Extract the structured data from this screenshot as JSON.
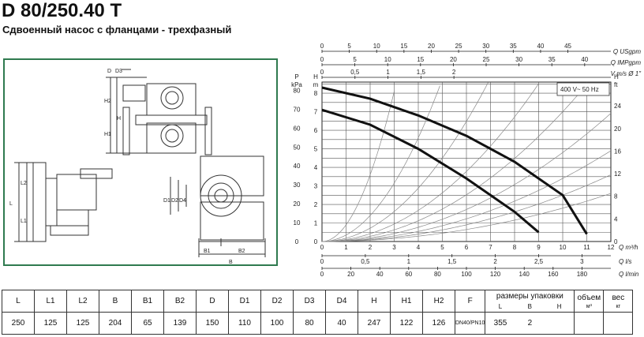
{
  "header": {
    "title": "D 80/250.40 T",
    "subtitle": "Сдвоенный насос с фланцами - трехфазный"
  },
  "drawing_labels": {
    "D": "D",
    "D3": "D3",
    "H2": "H2",
    "H": "H",
    "H1": "H1",
    "L": "L",
    "L1": "L1",
    "L2": "L2",
    "D1": "D1",
    "D2": "D2",
    "D4": "D4",
    "B1": "B1",
    "B2": "B2",
    "B": "B"
  },
  "chart_data": {
    "type": "line",
    "power_label": "400 V~ 50 Hz",
    "y_left_pressure_label": "P",
    "y_left_pressure_unit": "kPa",
    "y_left_pressure_ticks": [
      "0",
      "10",
      "20",
      "30",
      "40",
      "50",
      "60",
      "70",
      "80"
    ],
    "y_left_head_label": "H",
    "y_left_head_unit": "m",
    "y_left_head_ticks": [
      "0",
      "1",
      "2",
      "3",
      "4",
      "5",
      "6",
      "7",
      "8"
    ],
    "y_right_head_label": "H",
    "y_right_head_unit": "ft",
    "y_right_ticks": [
      "0",
      "4",
      "8",
      "12",
      "16",
      "20",
      "24"
    ],
    "x_m3h_label": "Q m³/h",
    "x_m3h_ticks": [
      "0",
      "1",
      "2",
      "3",
      "4",
      "5",
      "6",
      "7",
      "8",
      "9",
      "10",
      "11",
      "12"
    ],
    "x_ls_label": "Q l/s",
    "x_ls_ticks": [
      "0",
      "0,5",
      "1",
      "1,5",
      "2",
      "2,5",
      "3"
    ],
    "x_lmin_label": "Q l/min",
    "x_lmin_ticks": [
      "0",
      "20",
      "40",
      "60",
      "80",
      "100",
      "120",
      "140",
      "160",
      "180"
    ],
    "x_usgpm_label": "Q USgpm",
    "x_usgpm_ticks": [
      "0",
      "5",
      "10",
      "15",
      "20",
      "25",
      "30",
      "35",
      "40",
      "45"
    ],
    "x_impgpm_label": "Q IMPgpm",
    "x_impgpm_ticks": [
      "0",
      "5",
      "10",
      "15",
      "20",
      "25",
      "30",
      "35",
      "40"
    ],
    "x_velocity_label": "V m/s Ø 1\"",
    "x_velocity_ticks": [
      "0",
      "0,5",
      "1",
      "1,5",
      "2"
    ],
    "series": [
      {
        "x": [
          0,
          2,
          4,
          6,
          8,
          10,
          11
        ],
        "y": [
          8.3,
          7.7,
          6.8,
          5.7,
          4.3,
          2.5,
          0.4
        ]
      },
      {
        "x": [
          0,
          2,
          4,
          6,
          8,
          9
        ],
        "y": [
          7.1,
          6.3,
          5.0,
          3.4,
          1.6,
          0.5
        ]
      }
    ]
  },
  "table": {
    "headers": [
      "L",
      "L1",
      "L2",
      "B",
      "B1",
      "B2",
      "D",
      "D1",
      "D2",
      "D3",
      "D4",
      "H",
      "H1",
      "H2",
      "F",
      "размеры упаковки",
      "объем",
      "вес"
    ],
    "pack_subheaders": [
      "L",
      "B",
      "H"
    ],
    "volume_unit": "м³",
    "weight_unit": "кг",
    "values": [
      "250",
      "125",
      "125",
      "204",
      "65",
      "139",
      "150",
      "110",
      "100",
      "80",
      "40",
      "247",
      "122",
      "126",
      "DN40/PN10",
      "355",
      "2"
    ]
  }
}
